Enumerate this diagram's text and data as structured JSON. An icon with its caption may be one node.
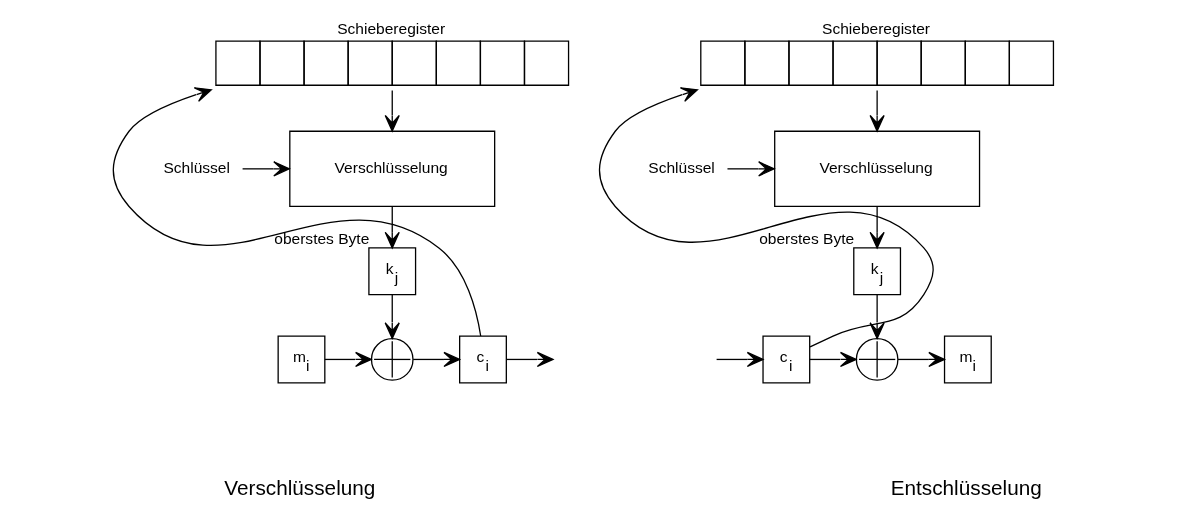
{
  "diagram": {
    "nodes": [
      {
        "text": [
          "Schieberegister"
        ]
      },
      {
        "text": [
          "Schlüssel"
        ]
      },
      {
        "text": [
          "Verschlüsselung"
        ]
      },
      {
        "text": [
          "k$_{j}$"
        ],
        "beside": [
          "oberstes Byte"
        ]
      },
      {
        "text": [],
        "shape": "circle"
      },
      {
        "text": [
          "m$_{i}$"
        ]
      },
      {
        "text": [
          "c$_{i}$"
        ]
      },
      {
        "text": [
          "Schieberegister"
        ]
      },
      {
        "text": [
          "Schlüssel"
        ]
      },
      {
        "text": [
          "Verschlüsselung"
        ]
      },
      {
        "text": [
          "k$_{j}$"
        ],
        "beside": [
          "oberstes Byte"
        ]
      },
      {
        "text": [],
        "shape": "circle"
      },
      {
        "text": [
          "c$_{i}$"
        ]
      },
      {
        "text": [
          "m$_{i}$"
        ]
      }
    ],
    "edges": [
      {
        "from": 0,
        "to": 2,
        "arrow": "to"
      },
      {
        "from": 1,
        "to": 2,
        "arrow": "to"
      },
      {
        "from": 2,
        "to": 3,
        "arrow": "to"
      },
      {
        "from": 3,
        "to": 4,
        "arrow": "to"
      },
      {
        "from": 5,
        "to": 4,
        "arrow": "to"
      },
      {
        "from": 4,
        "to": 6,
        "arrow": "to"
      },
      {
        "from": 6,
        "to": 0,
        "arrow": "to"
      },
      {
        "from": 6,
        "to": null,
        "arrow": "to"
      },
      {
        "from": 7,
        "to": 9,
        "arrow": "to"
      },
      {
        "from": 8,
        "to": 9,
        "arrow": "to"
      },
      {
        "from": 9,
        "to": 10,
        "arrow": "to"
      },
      {
        "from": 10,
        "to": 11,
        "arrow": "to"
      },
      {
        "from": null,
        "to": 12,
        "arrow": "to"
      },
      {
        "from": 12,
        "to": 11,
        "arrow": "to"
      },
      {
        "from": 11,
        "to": 13,
        "arrow": "to"
      },
      {
        "from": 12,
        "to": 7,
        "arrow": "to"
      }
    ],
    "labels": [
      "Verschlüsselung",
      "Entschlüsselung"
    ]
  }
}
